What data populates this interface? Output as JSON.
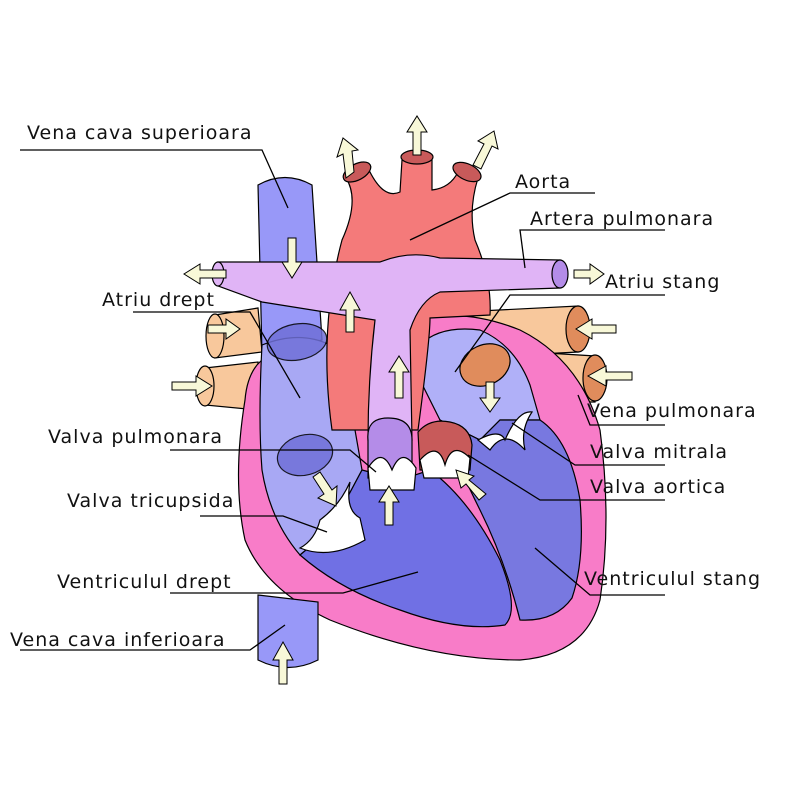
{
  "labels": {
    "vena_cava_superioara": "Vena cava superioara",
    "aorta": "Aorta",
    "artera_pulmonara": "Artera pulmonara",
    "atriu_drept": "Atriu drept",
    "atriu_stang": "Atriu stang",
    "valva_pulmonara": "Valva pulmonara",
    "vena_pulmonara": "Vena pulmonara",
    "valva_mitrala": "Valva mitrala",
    "valva_aortica": "Valva aortica",
    "valva_tricupsida": "Valva tricupsida",
    "ventriculul_drept": "Ventriculul drept",
    "ventriculul_stang": "Ventriculul stang",
    "vena_cava_inferioara": "Vena cava inferioara"
  },
  "colors": {
    "aorta": "#f47a7a",
    "aorta_dark": "#c85a5a",
    "pulmonary_artery": "#e0b4f6",
    "pulmonary_artery_dark": "#b48ce8",
    "pulmonary_vein": "#f8c89c",
    "pulmonary_vein_dark": "#e08c5c",
    "vena_cava": "#9898f8",
    "right_atrium": "#a8a8f4",
    "right_ventricle": "#7070e4",
    "left_atrium": "#b0b0f8",
    "left_ventricle": "#7878e0",
    "myocardium": "#f87cc8",
    "valve": "#ffffff",
    "flow_arrow": "#f8f8d8"
  }
}
